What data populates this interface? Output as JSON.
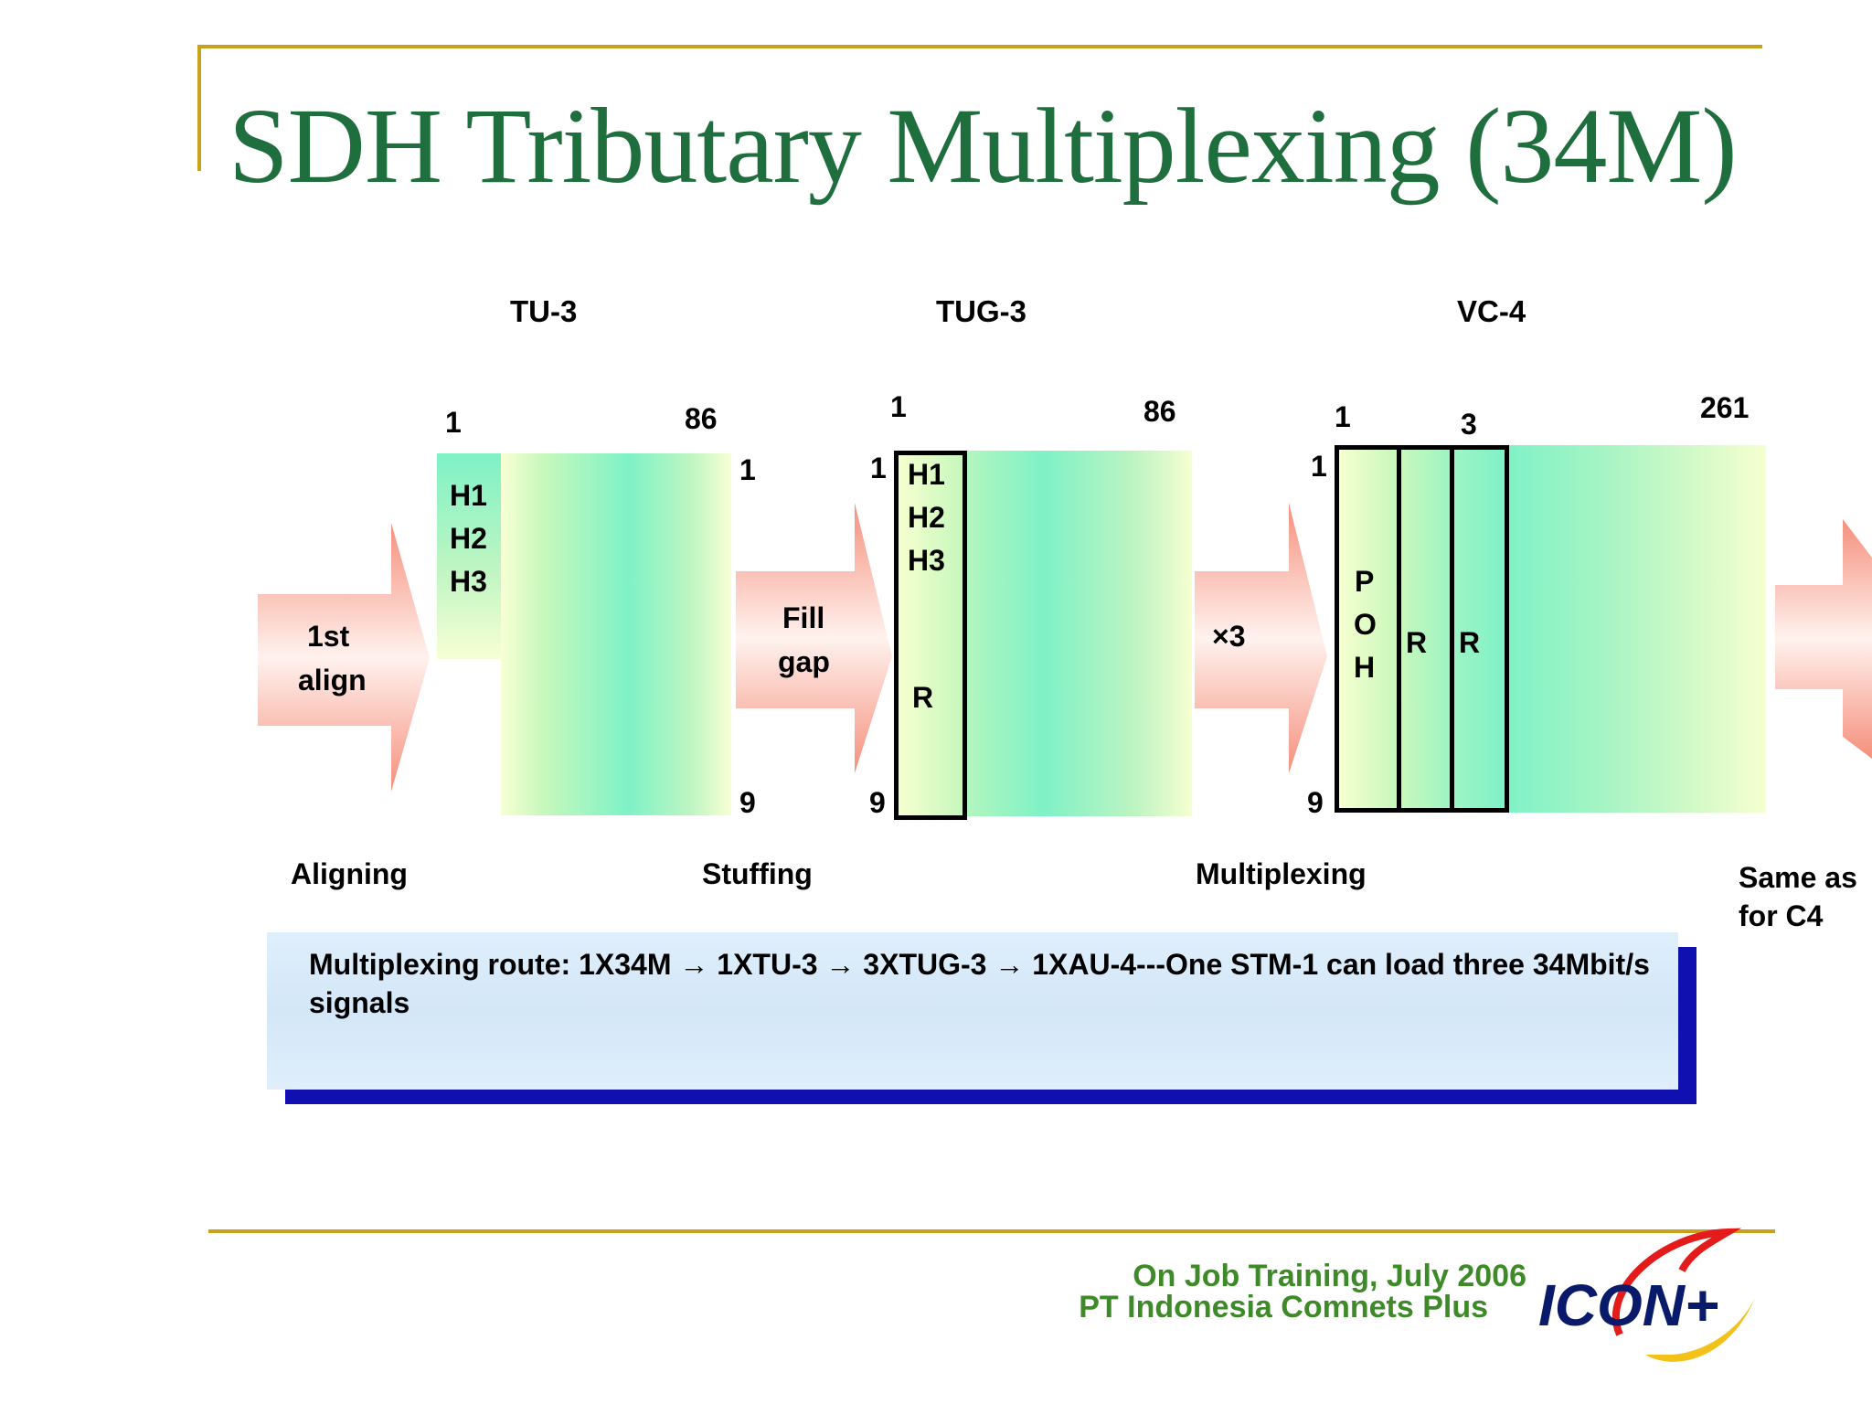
{
  "title": "SDH Tributary Multiplexing (34M)",
  "stages": {
    "tu3": "TU-3",
    "tug3": "TUG-3",
    "vc4": "VC-4"
  },
  "arrows": {
    "first_align_line1": "1st",
    "first_align_line2": "align",
    "fill_gap_line1": "Fill",
    "fill_gap_line2": "gap",
    "times3": "×3"
  },
  "tu3": {
    "col_start": "1",
    "col_end": "86",
    "row_start": "1",
    "row_end": "9",
    "pointers": [
      "H1",
      "H2",
      "H3"
    ]
  },
  "tug3": {
    "col_start": "1",
    "col_end": "86",
    "row_start": "1",
    "row_end": "9",
    "pointers": [
      "H1",
      "H2",
      "H3"
    ],
    "fixed": "R"
  },
  "vc4": {
    "col_start": "1",
    "col_mid": "3",
    "col_end": "261",
    "row_start": "1",
    "row_end": "9",
    "poh": [
      "P",
      "O",
      "H"
    ],
    "fixed1": "R",
    "fixed2": "R"
  },
  "sections": {
    "aligning": "Aligning",
    "stuffing": "Stuffing",
    "multiplexing": "Multiplexing",
    "same_as_line1": "Same as",
    "same_as_line2": "for C4"
  },
  "route_text": "Multiplexing route:  1X34M → 1XTU-3 → 3XTUG-3 → 1XAU-4---One STM-1 can load three 34Mbit/s signals",
  "footer": {
    "line1": "On Job Training, July 2006",
    "line2": "PT Indonesia Comnets Plus",
    "logo_text": "ICON+"
  },
  "colors": {
    "title": "#1f6e3d",
    "rule": "#c9a21c",
    "footer": "#3e8a28",
    "arrow_edge": "#f07a6c",
    "route_shadow": "#1010b0"
  }
}
